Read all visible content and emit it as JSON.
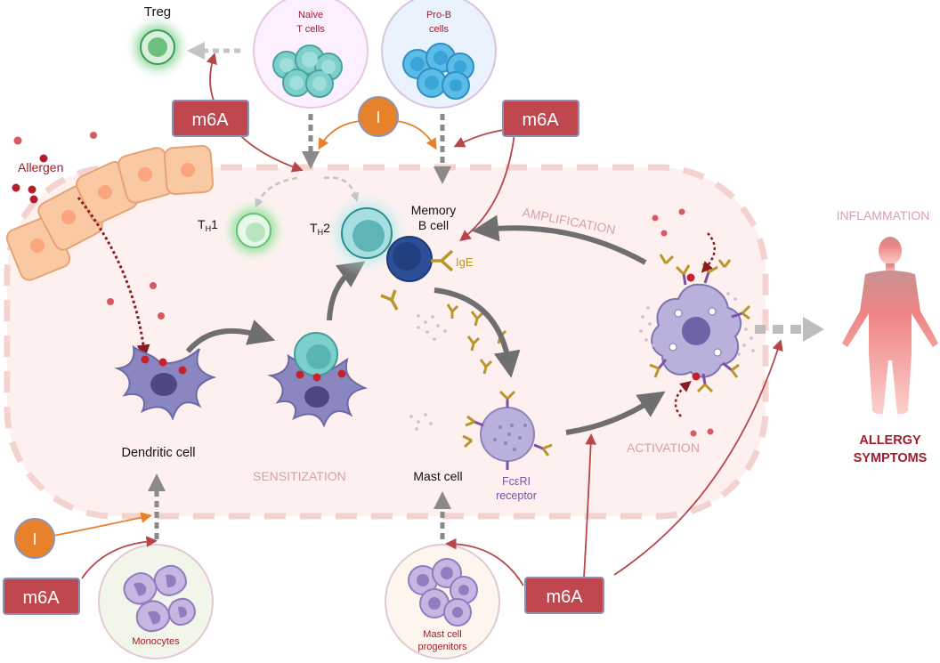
{
  "labels": {
    "treg": "Treg",
    "naive_t": [
      "Naive",
      "T cells"
    ],
    "pro_b": [
      "Pro-B",
      "cells"
    ],
    "allergen": "Allergen",
    "th1_main": "T",
    "th1_sub": "H",
    "th1_num": "1",
    "th2_main": "T",
    "th2_sub": "H",
    "th2_num": "2",
    "memory_b": [
      "Memory",
      "B cell"
    ],
    "ige": "IgE",
    "amplification": "AMPLIFICATION",
    "inflammation": "INFLAMMATION",
    "dendritic": "Dendritic cell",
    "sensitization": "SENSITIZATION",
    "mast_cell": "Mast cell",
    "fceri": [
      "FcεRI",
      "receptor"
    ],
    "activation": "ACTIVATION",
    "allergy_symptoms": [
      "ALLERGY",
      "SYMPTOMS"
    ],
    "monocytes": "Monocytes",
    "mast_progenitors": [
      "Mast cell",
      "progenitors"
    ]
  },
  "m6a_boxes": [
    "m6A",
    "m6A",
    "m6A",
    "m6A"
  ],
  "inhibitor_circles": [
    "I",
    "I"
  ],
  "colors": {
    "m6a_fill": "#c0474d",
    "m6a_border": "#8e94b8",
    "inhibitor": "#e8822a",
    "label_pink": "#d8a0a8",
    "dark_red": "#a01c2a",
    "cell_purple": "#8a86c0",
    "igE_gold": "#b8962a",
    "receptor_purple": "#7d4fa8",
    "skin_cell": "#f8c9a2",
    "zone_fill": "#fdf0ee",
    "zone_border": "#f3d3cf"
  }
}
